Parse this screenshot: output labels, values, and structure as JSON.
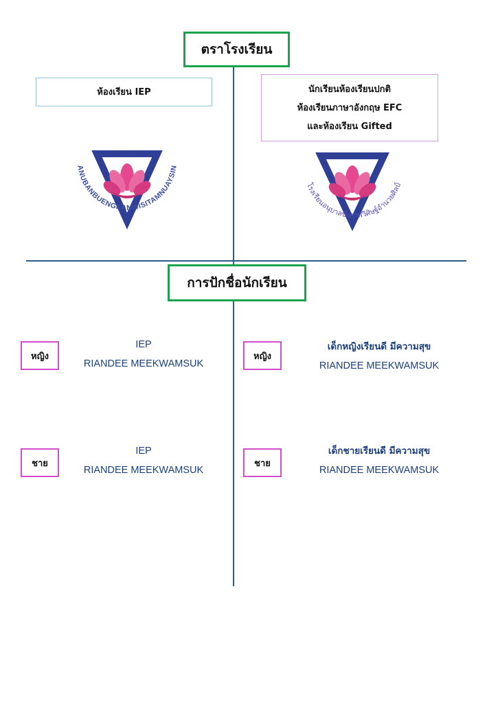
{
  "logo_section": {
    "title": "ตราโรงเรียน",
    "iep_label": "ห้องเรียน IEP",
    "regular_label_lines": [
      "นักเรียนห้องเรียนปกติ",
      "ห้องเรียนภาษาอังกฤษ EFC",
      "และห้องเรียน Gifted"
    ],
    "iep_logo_text": "ANUBANBUENGKANWISITAMNUAYSIN",
    "regular_logo_text": "โรงเรียนอนุบาลบึงกาฬวิศิษฐ์อำนวยศิลป์"
  },
  "embroidery_section": {
    "title": "การปักชื่อนักเรียน",
    "girl_tag": "หญิง",
    "boy_tag": "ชาย",
    "iep_girl": {
      "line1": "IEP",
      "line2": "RIANDEE MEEKWAMSUK"
    },
    "iep_boy": {
      "line1": "IEP",
      "line2": "RIANDEE MEEKWAMSUK"
    },
    "regular_girl": {
      "line1": "เด็กหญิงเรียนดี มีความสุข",
      "line2": "RIANDEE MEEKWAMSUK"
    },
    "regular_boy": {
      "line1": "เด็กชายเรียนดี มีความสุข",
      "line2": "RIANDEE MEEKWAMSUK"
    }
  },
  "colors": {
    "title_border": "#1aa34a",
    "divider": "#2d5b86",
    "tag_border": "#d04ec9",
    "logo_blue": "#2f3f95",
    "lotus_pink": "#e5488f",
    "embroidery_text": "#1b3f7a"
  }
}
